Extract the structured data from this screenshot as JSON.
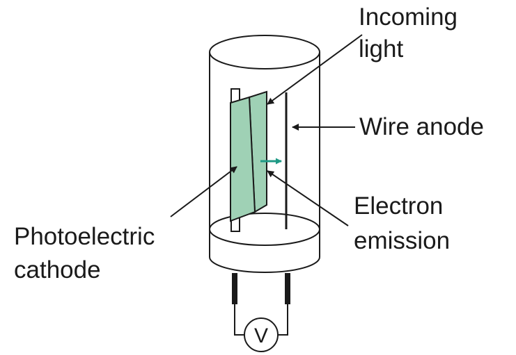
{
  "labels": {
    "incoming_light_1": "Incoming",
    "incoming_light_2": "light",
    "wire_anode": "Wire anode",
    "electron_emission_1": "Electron",
    "electron_emission_2": "emission",
    "photoelectric_cathode_1": "Photoelectric",
    "photoelectric_cathode_2": "cathode"
  },
  "voltmeter": {
    "symbol": "V"
  },
  "colors": {
    "cathode_fill": "#9fd1b5",
    "electron_arrow": "#1f9a86",
    "outline": "#1a1a1a"
  }
}
